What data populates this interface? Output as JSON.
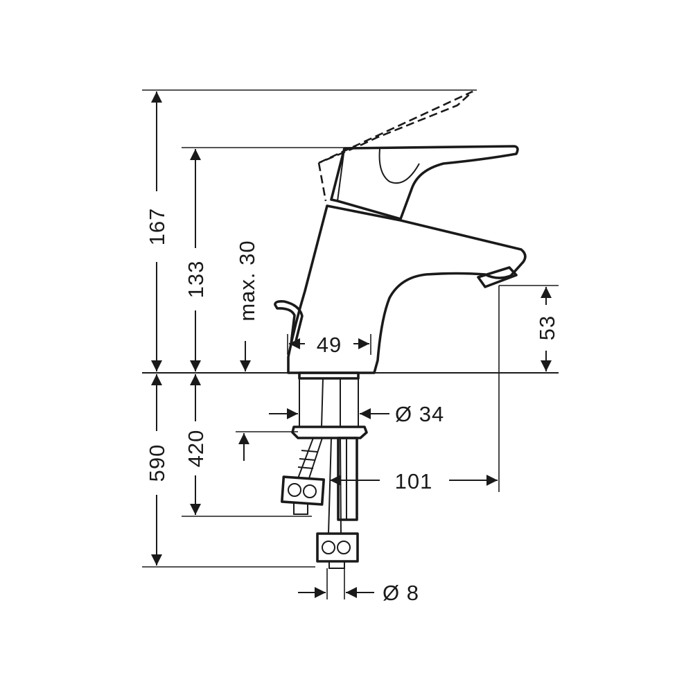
{
  "diagram": {
    "type": "technical-dimension-drawing",
    "units": "",
    "dimensions": {
      "overall_height": "167",
      "lever_height": "133",
      "max_thickness": "max. 30",
      "base_width": "49",
      "spout_height": "53",
      "shank_diameter": "Ø 34",
      "hose_length_total": "590",
      "hose_length_short": "420",
      "spout_reach": "101",
      "hose_diameter": "Ø 8"
    }
  }
}
